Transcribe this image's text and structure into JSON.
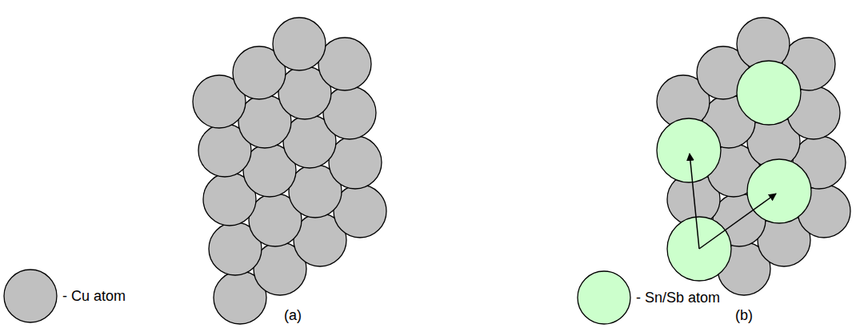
{
  "diagram": {
    "labels": [
      "(a)",
      "(b)"
    ],
    "legend": [
      {
        "text": "- Cu atom",
        "color": "#c0c0c0"
      },
      {
        "text": "- Sn/Sb atom",
        "color": "#ccffcc"
      }
    ]
  }
}
